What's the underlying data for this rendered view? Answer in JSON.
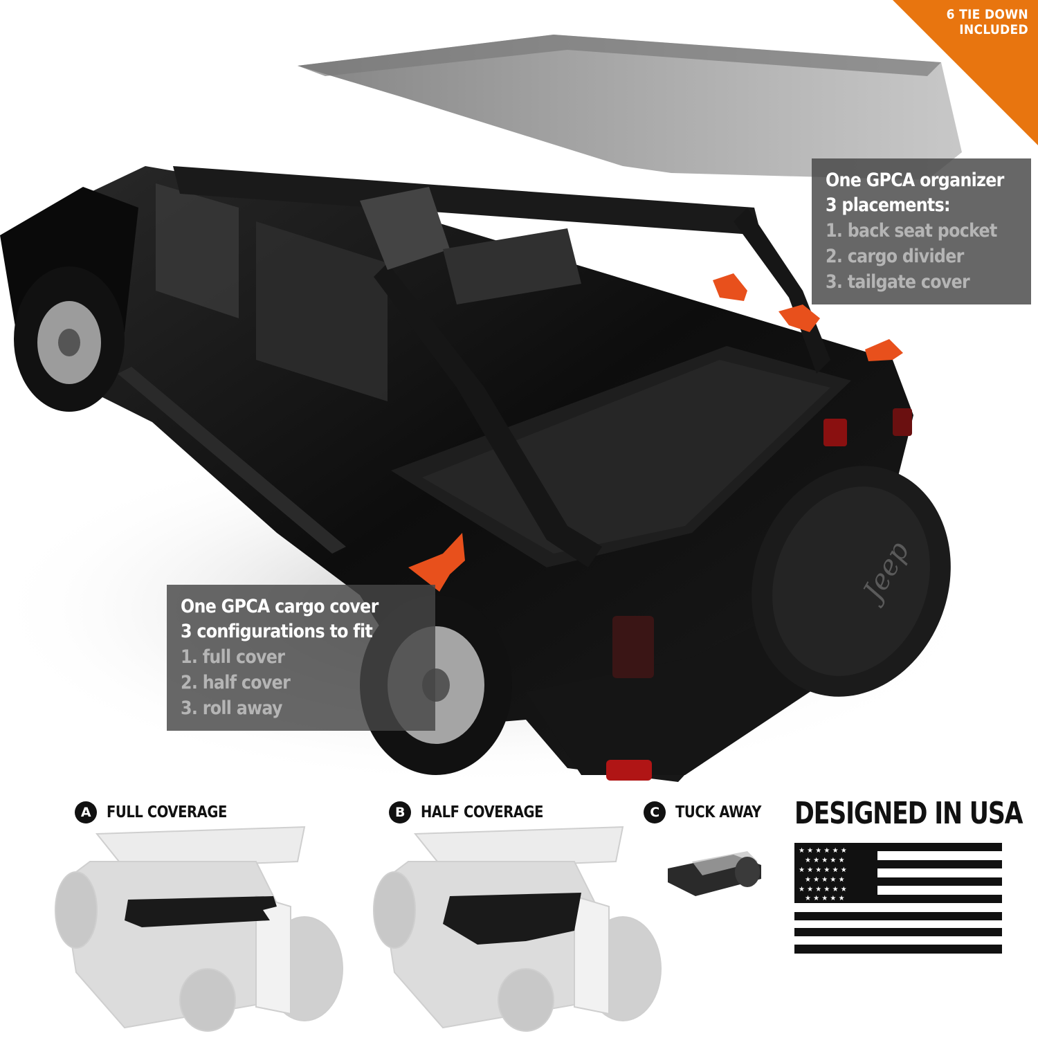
{
  "corner_badge": {
    "line1": "6 TIE DOWN",
    "line2": "INCLUDED",
    "color": "#E8750F"
  },
  "organizer_callout": {
    "title_line1": "One GPCA organizer",
    "title_line2": "3 placements:",
    "items": [
      "1. back seat pocket",
      "2. cargo divider",
      "3. tailgate cover"
    ]
  },
  "cargo_callout": {
    "title_line1": "One GPCA cargo cover",
    "title_line2": "3 configurations to fit",
    "items": [
      "1. full cover",
      "2. half cover",
      "3. roll away"
    ]
  },
  "options": [
    {
      "letter": "A",
      "label": "FULL COVERAGE"
    },
    {
      "letter": "B",
      "label": "HALF COVERAGE"
    },
    {
      "letter": "C",
      "label": "TUCK AWAY"
    }
  ],
  "designed_label": "DESIGNED IN USA",
  "colors": {
    "arrow": "#E8501C",
    "callout_bg": "#464646",
    "accent": "#E8750F"
  }
}
